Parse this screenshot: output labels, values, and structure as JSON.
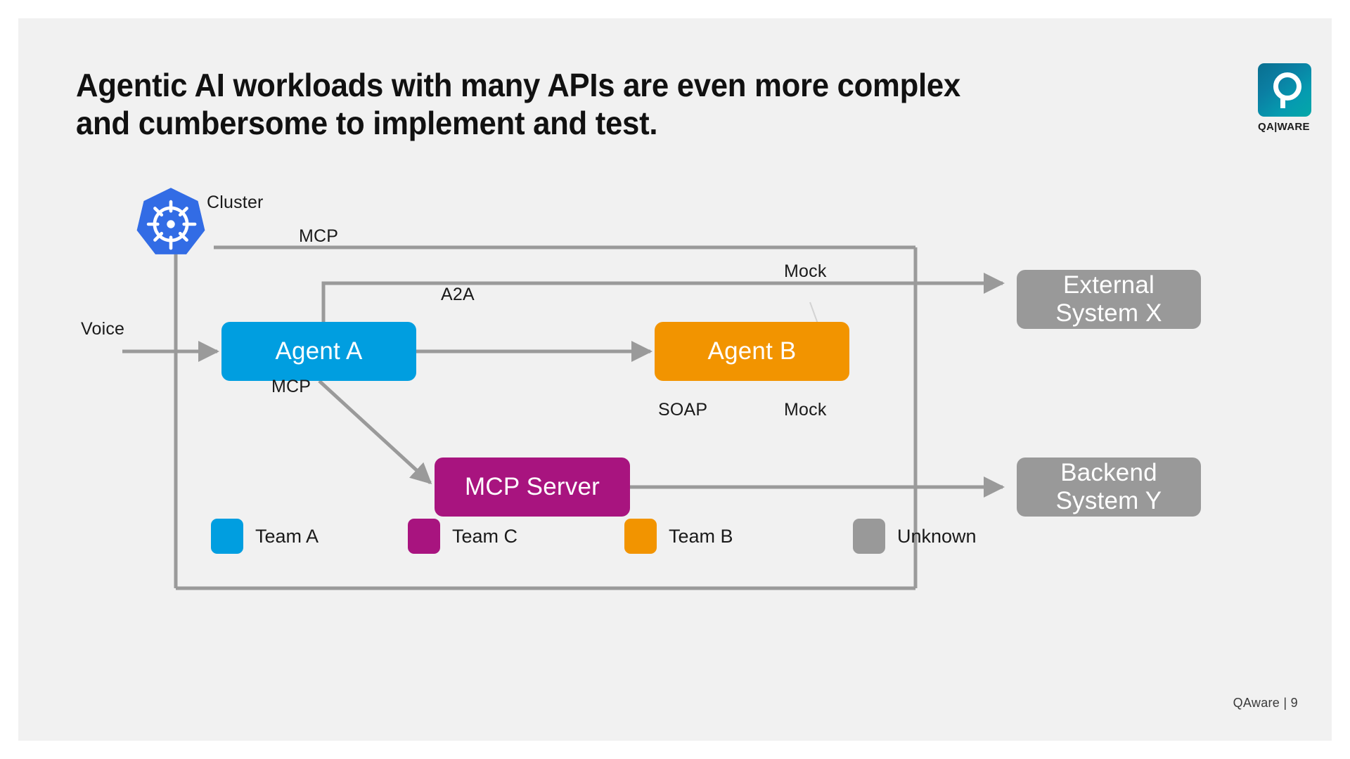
{
  "slide": {
    "title": "Agentic AI workloads with many APIs are even more complex\nand cumbersome to implement and test.",
    "footer": "QAware | 9",
    "background_color": "#f1f1f1"
  },
  "logo": {
    "name": "qaware-logo",
    "wordmark": "QA|WARE",
    "tile_color": "#0a7f9e",
    "mark_color": "#ffffff"
  },
  "diagram": {
    "cluster_icon": {
      "name": "kubernetes-icon",
      "color": "#326ce5",
      "label": "Cluster"
    },
    "nodes": [
      {
        "id": "agent-a",
        "label": "Agent A",
        "team": "teamA",
        "color": "#009ee0"
      },
      {
        "id": "agent-b",
        "label": "Agent B",
        "team": "teamB",
        "color": "#f29400"
      },
      {
        "id": "mcp-server",
        "label": "MCP Server",
        "team": "teamC",
        "color": "#a8147f"
      },
      {
        "id": "external-x",
        "label": "External\nSystem X",
        "team": "unknown",
        "color": "#999999"
      },
      {
        "id": "backend-y",
        "label": "Backend\nSystem Y",
        "team": "unknown",
        "color": "#999999"
      }
    ],
    "edges": [
      {
        "id": "voice",
        "label": "Voice",
        "from": "input",
        "to": "agent-a"
      },
      {
        "id": "cluster",
        "label": "Cluster",
        "from": "kubernetes",
        "to": "cluster-boundary"
      },
      {
        "id": "mcp-top",
        "label": "MCP",
        "from": "agent-a",
        "to": "external-x"
      },
      {
        "id": "a2a",
        "label": "A2A",
        "from": "agent-a",
        "to": "agent-b"
      },
      {
        "id": "mcp-low",
        "label": "MCP",
        "from": "agent-a",
        "to": "mcp-server"
      },
      {
        "id": "soap",
        "label": "SOAP",
        "from": "mcp-server",
        "to": "backend-y"
      },
      {
        "id": "mock-1",
        "label": "Mock",
        "from": "boundary",
        "to": "external-x"
      },
      {
        "id": "mock-2",
        "label": "Mock",
        "from": "boundary",
        "to": "backend-y"
      }
    ],
    "wire_color": "#9a9a9a"
  },
  "legend": {
    "items": [
      {
        "label": "Team A",
        "color": "#009ee0"
      },
      {
        "label": "Team C",
        "color": "#a8147f"
      },
      {
        "label": "Team B",
        "color": "#f29400"
      },
      {
        "label": "Unknown",
        "color": "#999999"
      }
    ]
  }
}
